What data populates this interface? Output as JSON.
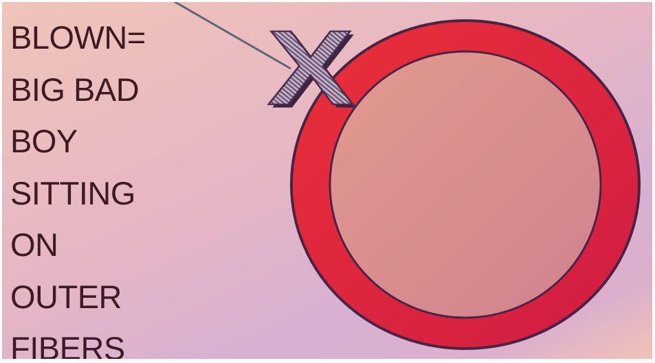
{
  "mnemonic": {
    "lines": [
      "BLOWN=",
      "BIG BAD",
      "BOY",
      "SITTING",
      "ON",
      "OUTER",
      "FIBERS"
    ]
  },
  "marker": {
    "letter": "X"
  },
  "colors": {
    "text": "#3e1a22",
    "ring": "#e0243f",
    "ring_outline": "#4a2444",
    "inner_disc": "#d88a8e",
    "pointer_line": "#5a6878"
  }
}
